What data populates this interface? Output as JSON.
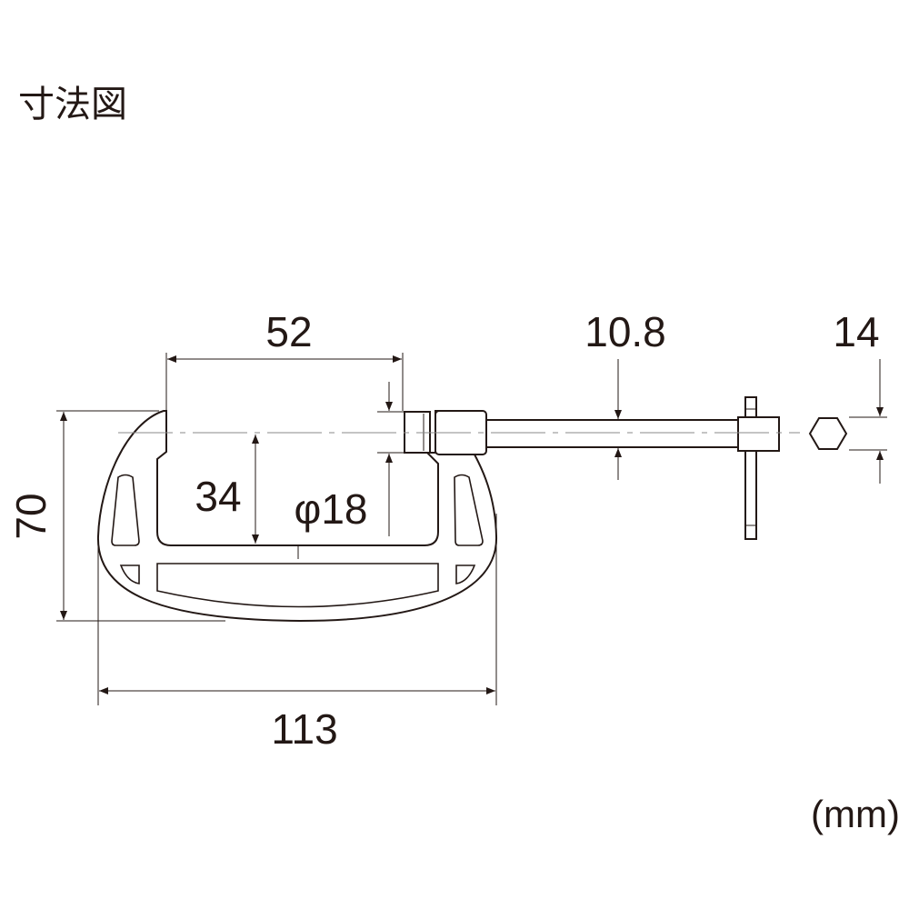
{
  "title": "寸法図",
  "unit": "(mm)",
  "dimensions": {
    "jaw_opening": "52",
    "rod_diameter": "10.8",
    "hex_width": "14",
    "height": "70",
    "throat_depth": "34",
    "pad_diameter": "φ18",
    "overall_width": "113"
  },
  "colors": {
    "line": "#231815",
    "centerline": "#888888"
  }
}
